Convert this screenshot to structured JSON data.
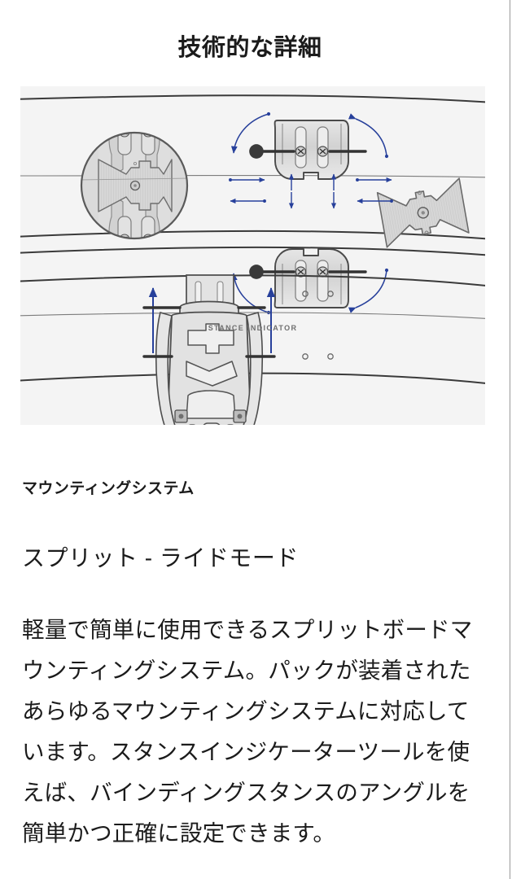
{
  "page": {
    "title": "技術的な詳細",
    "background_color": "#ffffff",
    "text_color": "#1b1b1b"
  },
  "figure": {
    "panel_background": "#f4f4f4",
    "caption": "STANCE INDICATOR",
    "accent_blue": "#27409b",
    "outline_dark": "#3a3a3a",
    "part_fill": "#dcdcdc",
    "magnifier_fill": "#b0b0b0",
    "alt": "スプリットボードのマウンティングシステムとスタンスインジケーターの技術図解",
    "elements": [
      {
        "name": "magnifier-circle",
        "desc": "拡大円：ボウタイ型マウントプレートと4本のビス"
      },
      {
        "name": "binding-disc-top",
        "desc": "上部バインディングディスク"
      },
      {
        "name": "binding-disc-bottom",
        "desc": "下部バインディングディスク"
      },
      {
        "name": "stance-indicator-tool",
        "desc": "スタンスインジケーターツール（ボウタイ形状）"
      },
      {
        "name": "binding-baseplate",
        "desc": "バインディングベースプレート上面図"
      },
      {
        "name": "mounting-holes",
        "desc": "インサートホール 2x2 パターン"
      },
      {
        "name": "rotation-arrows",
        "desc": "回転方向を示す青い曲線矢印"
      },
      {
        "name": "translation-arrows",
        "desc": "前後方向を示す青い直線矢印"
      },
      {
        "name": "slide-arrows",
        "desc": "スライド方向を示す青い上向き矢印"
      }
    ]
  },
  "content": {
    "subhead": "マウンティングシステム",
    "section_title": "スプリット - ライドモード",
    "paragraph": "軽量で簡単に使用できるスプリットボードマウンティングシステム。パックが装着されたあらゆるマウンティングシステムに対応しています。スタンスインジケーターツールを使えば、バインディングスタンスのアングルを簡単かつ正確に設定できます。"
  }
}
